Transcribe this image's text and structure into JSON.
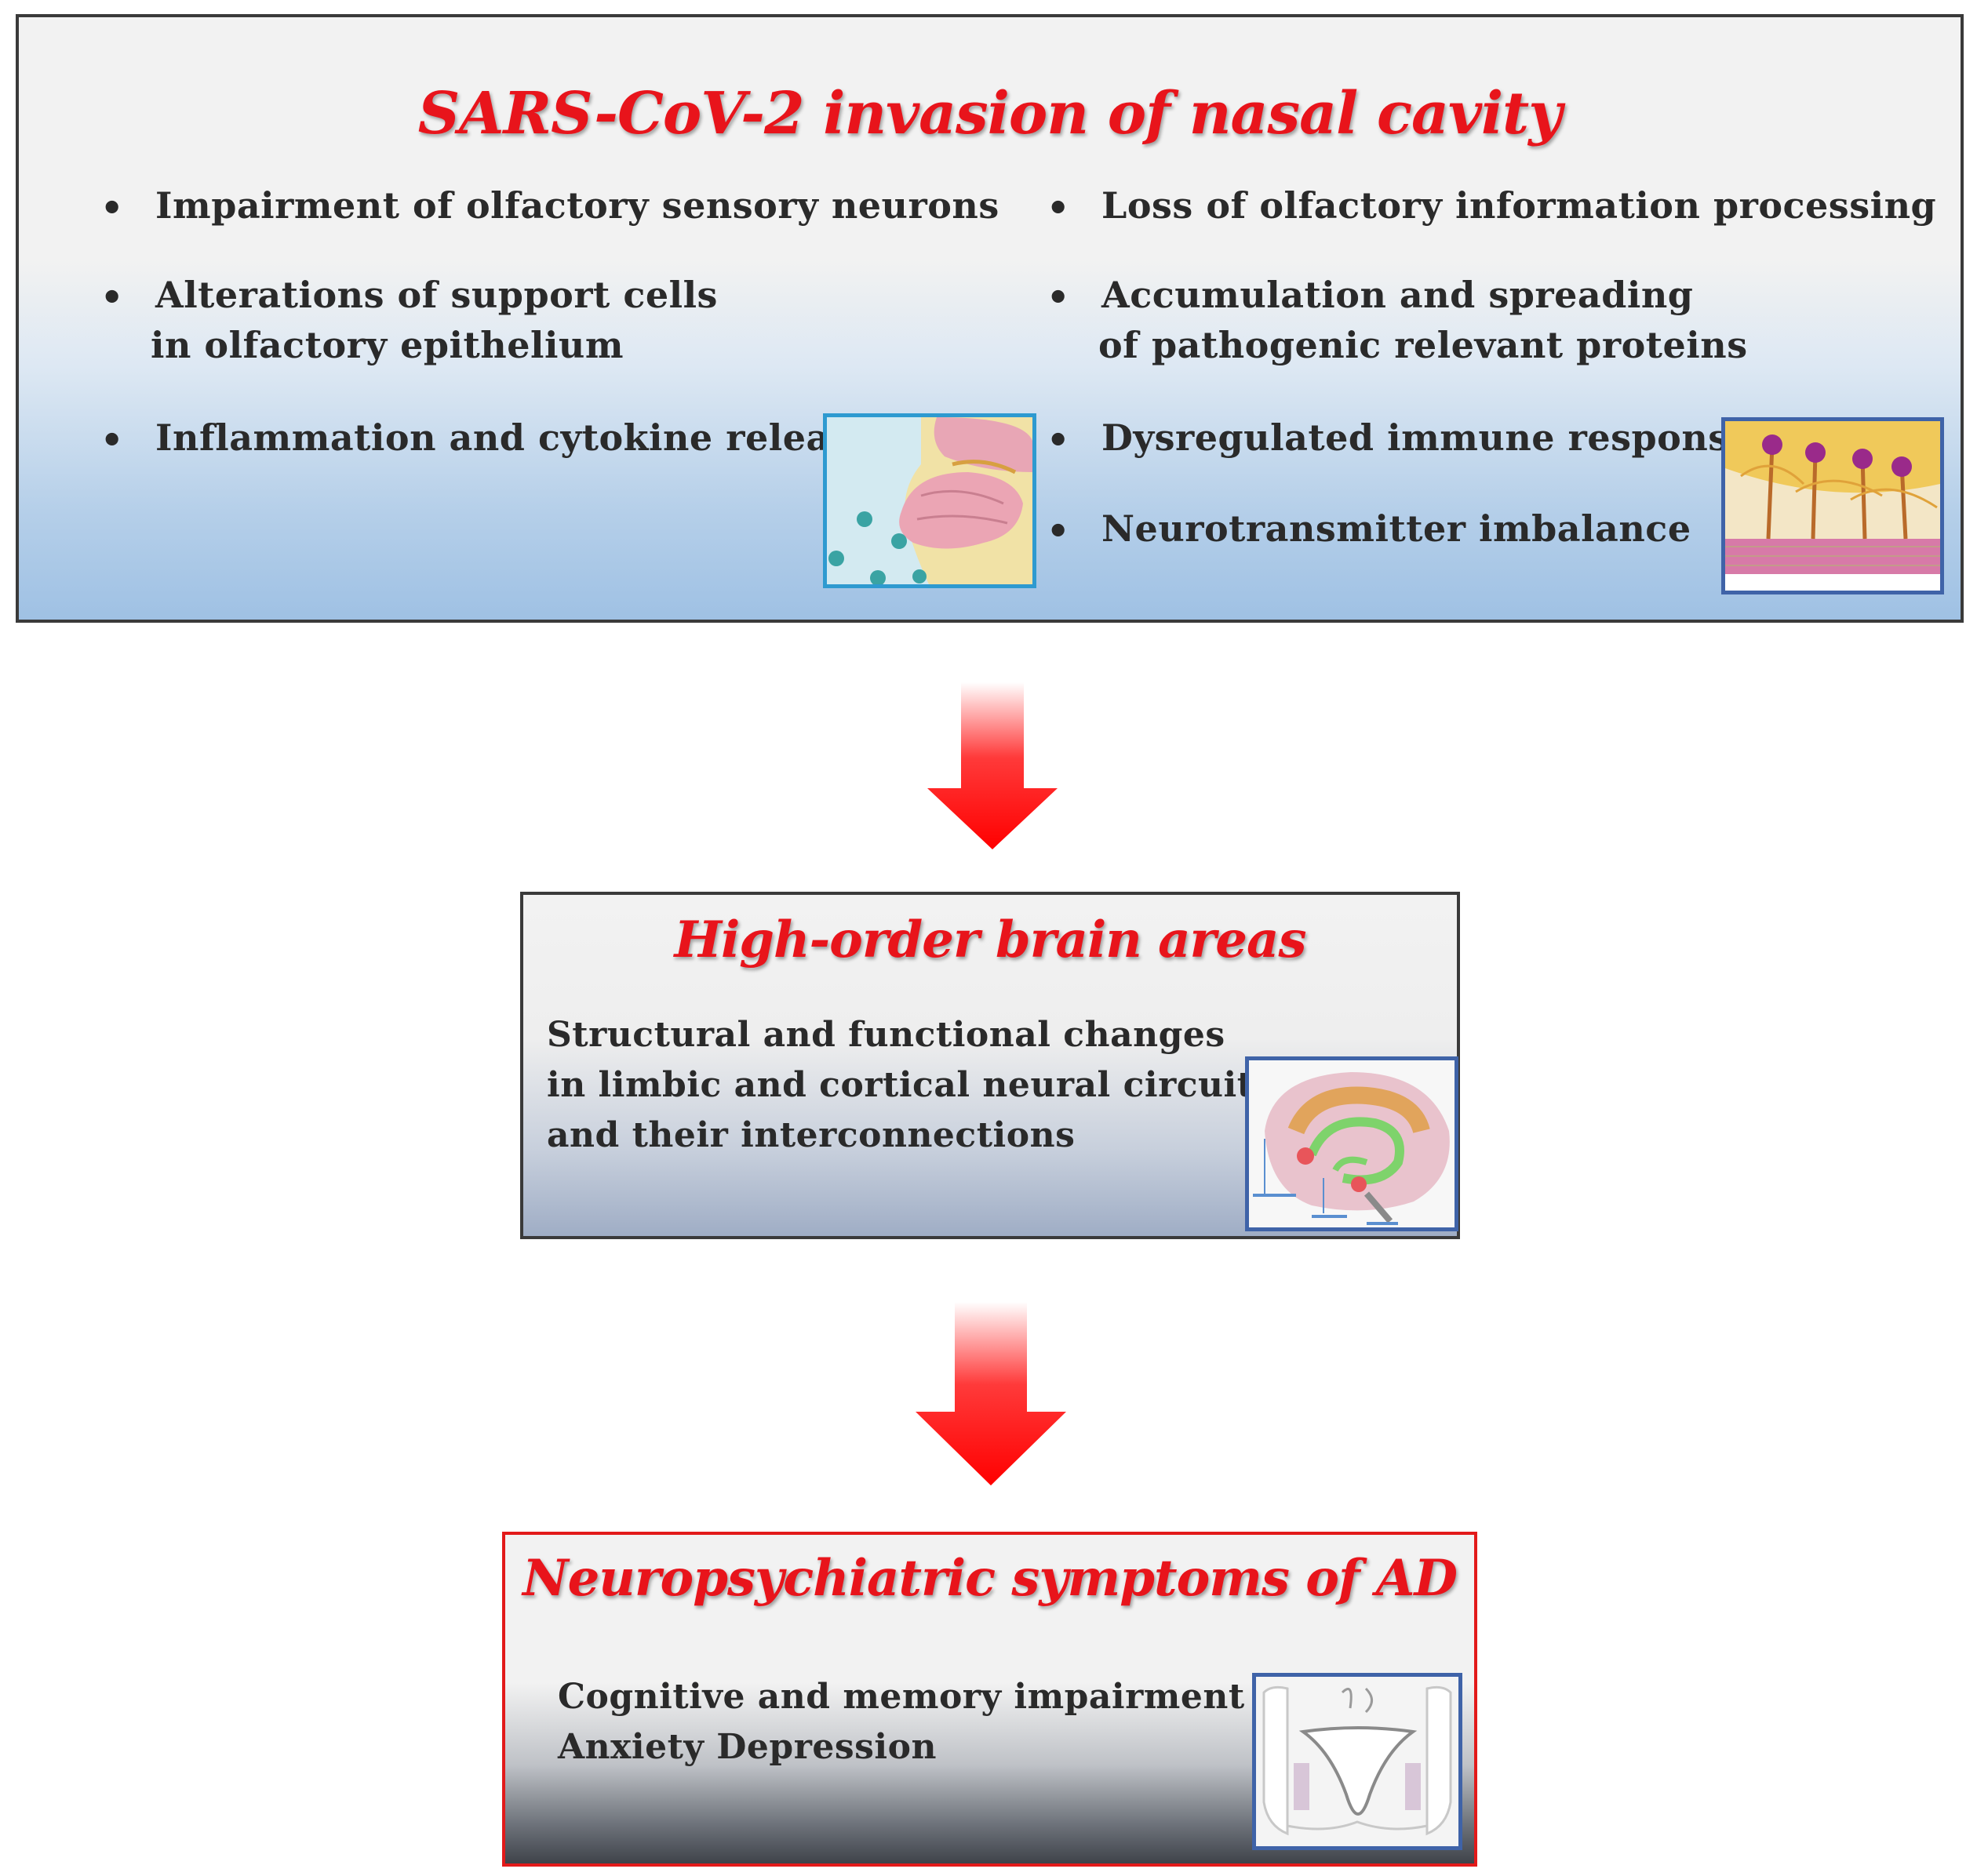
{
  "top_box": {
    "title": "SARS-CoV-2 invasion of nasal cavity",
    "bullet_char": "•",
    "left_items": [
      "Impairment of olfactory sensory neurons",
      "Alterations of support cells",
      "in olfactory epithelium",
      "Inflammation and cytokine release"
    ],
    "right_items": [
      "Loss of olfactory information processing",
      "Accumulation and spreading",
      "of pathogenic relevant proteins",
      "Dysregulated immune response",
      "Neurotransmitter imbalance"
    ],
    "images": [
      "nasal-cavity-illustration",
      "olfactory-neurons-illustration"
    ]
  },
  "mid_box": {
    "title": "High-order brain areas",
    "lines": [
      "Structural and functional changes",
      "in limbic and cortical neural circuits",
      "and their interconnections"
    ],
    "images": [
      "limbic-system-illustration"
    ]
  },
  "bottom_box": {
    "title": "Neuropsychiatric symptoms of AD",
    "lines": [
      "Cognitive and memory impairment",
      "Anxiety Depression"
    ],
    "images": [
      "brain-section-illustration"
    ]
  },
  "colors": {
    "title_red": "#e8141b",
    "arrow_red": "#ff0000",
    "text": "#2a2a2a",
    "top_gradient_bottom": "#9fc1e4",
    "bottom_box_border": "#e21a1a"
  }
}
